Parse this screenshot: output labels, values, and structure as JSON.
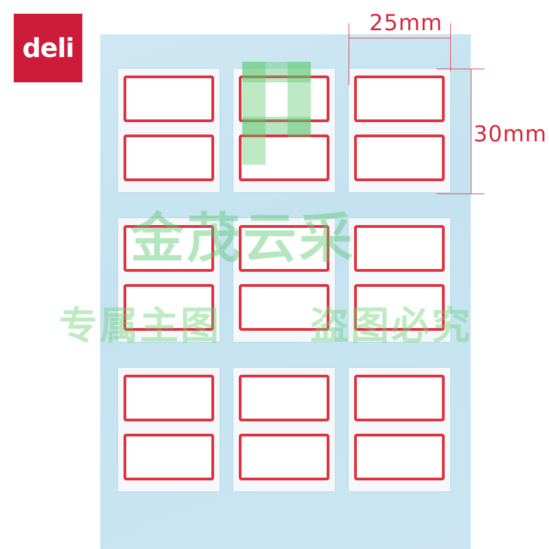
{
  "brand": {
    "logo_text": "deli",
    "logo_color": "#cc1c39"
  },
  "label_sheet": {
    "label_border_color": "#e0323e",
    "columns": 3,
    "rows": 6
  },
  "dimensions": {
    "width_label": "25mm",
    "height_label": "30mm"
  },
  "watermark": {
    "main_text": "金茂云采",
    "left_text": "专属主图",
    "right_text": "盗图必究",
    "color": "#5ac86e"
  }
}
